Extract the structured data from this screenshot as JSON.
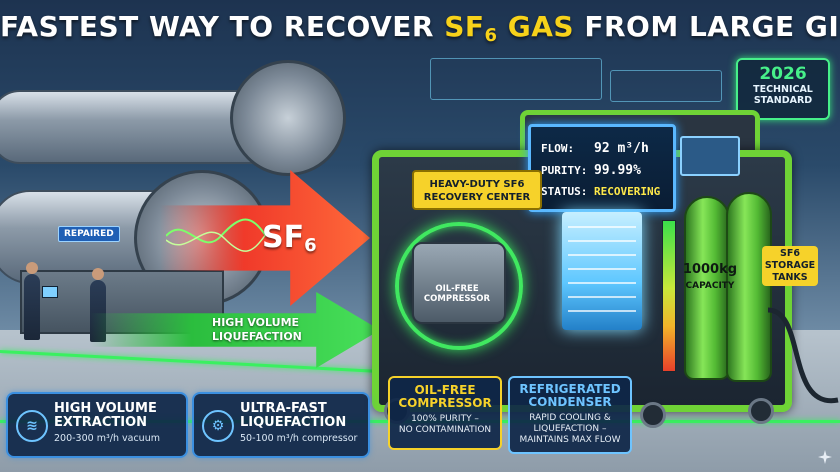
{
  "header": {
    "title_before": "FASTEST WAY TO RECOVER",
    "title_highlight_main": "SF",
    "title_highlight_sub": "6",
    "title_highlight_after": " GAS",
    "title_after": " FROM LARGE GIS"
  },
  "badge": {
    "year": "2026",
    "line1": "TECHNICAL",
    "line2": "STANDARD"
  },
  "left_scene": {
    "repaired_tag": "REPAIRED"
  },
  "flow_arrows": {
    "gas_main": "SF",
    "gas_sub": "6",
    "green_line1": "HIGH VOLUME",
    "green_line2": "LIQUEFACTION"
  },
  "machine": {
    "center_label_line1": "HEAVY-DUTY SF6",
    "center_label_line2": "RECOVERY CENTER",
    "display": {
      "flow_label": "FLOW:",
      "flow_value": "92 m³/h",
      "purity_label": "PURITY:",
      "purity_value": "99.99%",
      "status_label": "STATUS:",
      "status_value": "RECOVERING"
    },
    "compressor_line1": "OIL-FREE",
    "compressor_line2": "COMPRESSOR",
    "tank_capacity": "1000kg",
    "tank_capacity_label": "CAPACITY",
    "storage_tag_line1": "SF6",
    "storage_tag_line2": "STORAGE",
    "storage_tag_line3": "TANKS"
  },
  "info_boxes": [
    {
      "title_line1": "HIGH VOLUME",
      "title_line2": "EXTRACTION",
      "sub": "200-300 m³/h vacuum",
      "icon": "extraction-icon"
    },
    {
      "title_line1": "ULTRA-FAST",
      "title_line2": "LIQUEFACTION",
      "sub": "50-100 m³/h compressor",
      "icon": "compressor-icon"
    }
  ],
  "tiles": [
    {
      "title_line1": "OIL-FREE",
      "title_line2": "COMPRESSOR",
      "sub_line1": "100% PURITY –",
      "sub_line2": "NO CONTAMINATION",
      "color": "#f6d22a"
    },
    {
      "title_line1": "REFRIGERATED",
      "title_line2": "CONDENSER",
      "sub_line1": "RAPID COOLING &",
      "sub_line2": "LIQUEFACTION –",
      "sub_line3": "MAINTAINS MAX FLOW",
      "color": "#6ec4ff"
    }
  ],
  "colors": {
    "accent_yellow": "#f7d21a",
    "accent_green": "#6fd336",
    "accent_blue": "#3b8fe0",
    "arrow_red": "#f03a2a"
  }
}
